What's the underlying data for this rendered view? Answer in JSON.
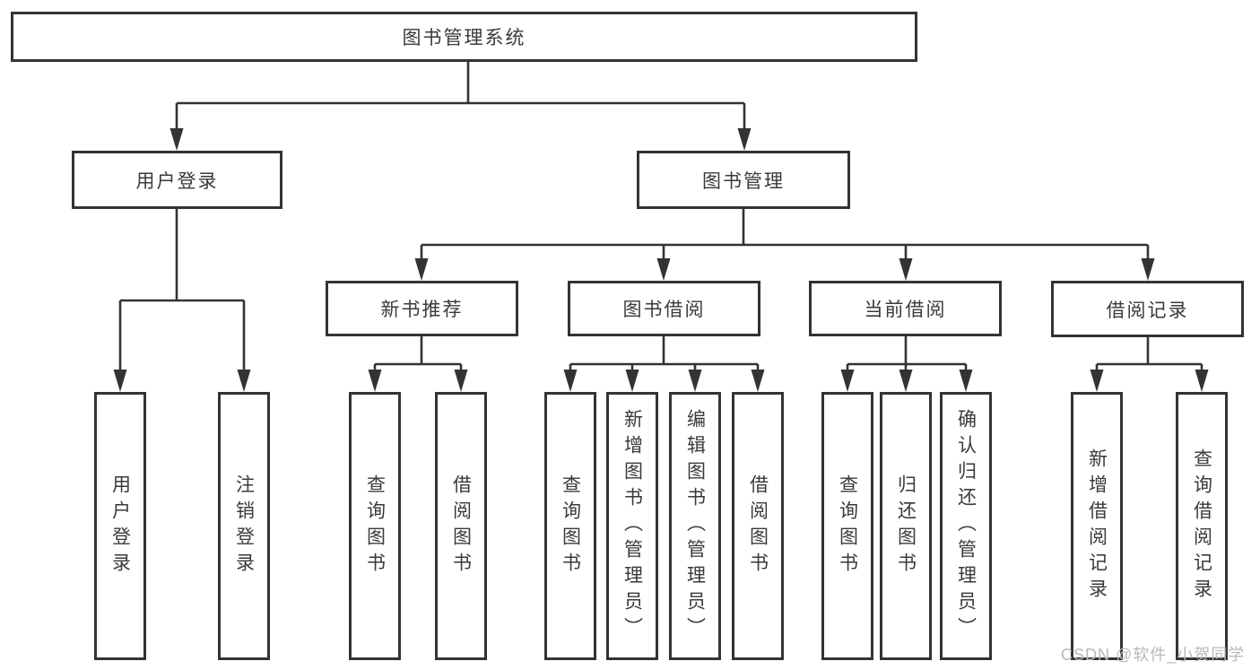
{
  "diagram": {
    "type": "hierarchy-tree",
    "colors": {
      "line": "#333333",
      "box_border": "#333333",
      "text": "#3a3a3a",
      "background": "#ffffff",
      "watermark_text": "#b9b9b9"
    },
    "tree": {
      "label": "图书管理系统",
      "children": [
        {
          "label": "用户登录",
          "children": [
            {
              "label": "用户登录"
            },
            {
              "label": "注销登录"
            }
          ]
        },
        {
          "label": "图书管理",
          "children": [
            {
              "label": "新书推荐",
              "children": [
                {
                  "label": "查询图书"
                },
                {
                  "label": "借阅图书"
                }
              ]
            },
            {
              "label": "图书借阅",
              "children": [
                {
                  "label": "查询图书"
                },
                {
                  "label": "新增图书（管理员）"
                },
                {
                  "label": "编辑图书（管理员）"
                },
                {
                  "label": "借阅图书"
                }
              ]
            },
            {
              "label": "当前借阅",
              "children": [
                {
                  "label": "查询图书"
                },
                {
                  "label": "归还图书"
                },
                {
                  "label": "确认归还（管理员）"
                }
              ]
            },
            {
              "label": "借阅记录",
              "children": [
                {
                  "label": "新增借阅记录"
                },
                {
                  "label": "查询借阅记录"
                }
              ]
            }
          ]
        }
      ]
    },
    "watermark": "CSDN @软件_小贺同学"
  }
}
